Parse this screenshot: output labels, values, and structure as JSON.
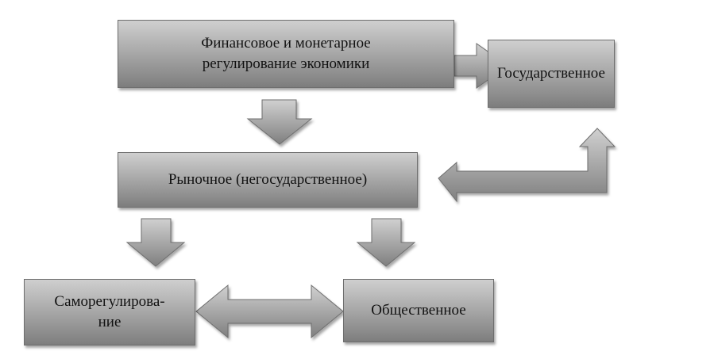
{
  "nodes": {
    "finance": {
      "line1": "Финансовое и монетарное",
      "line2": "регулирование экономики"
    },
    "state": "Государственное",
    "market": "Рыночное (негосударственное)",
    "self": {
      "line1": "Саморегулирова-",
      "line2": "ние"
    },
    "public": "Общественное"
  },
  "colors": {
    "fill_top": "#cfcfcf",
    "fill_bottom": "#7d7d7d",
    "stroke": "#6e6e6e"
  }
}
